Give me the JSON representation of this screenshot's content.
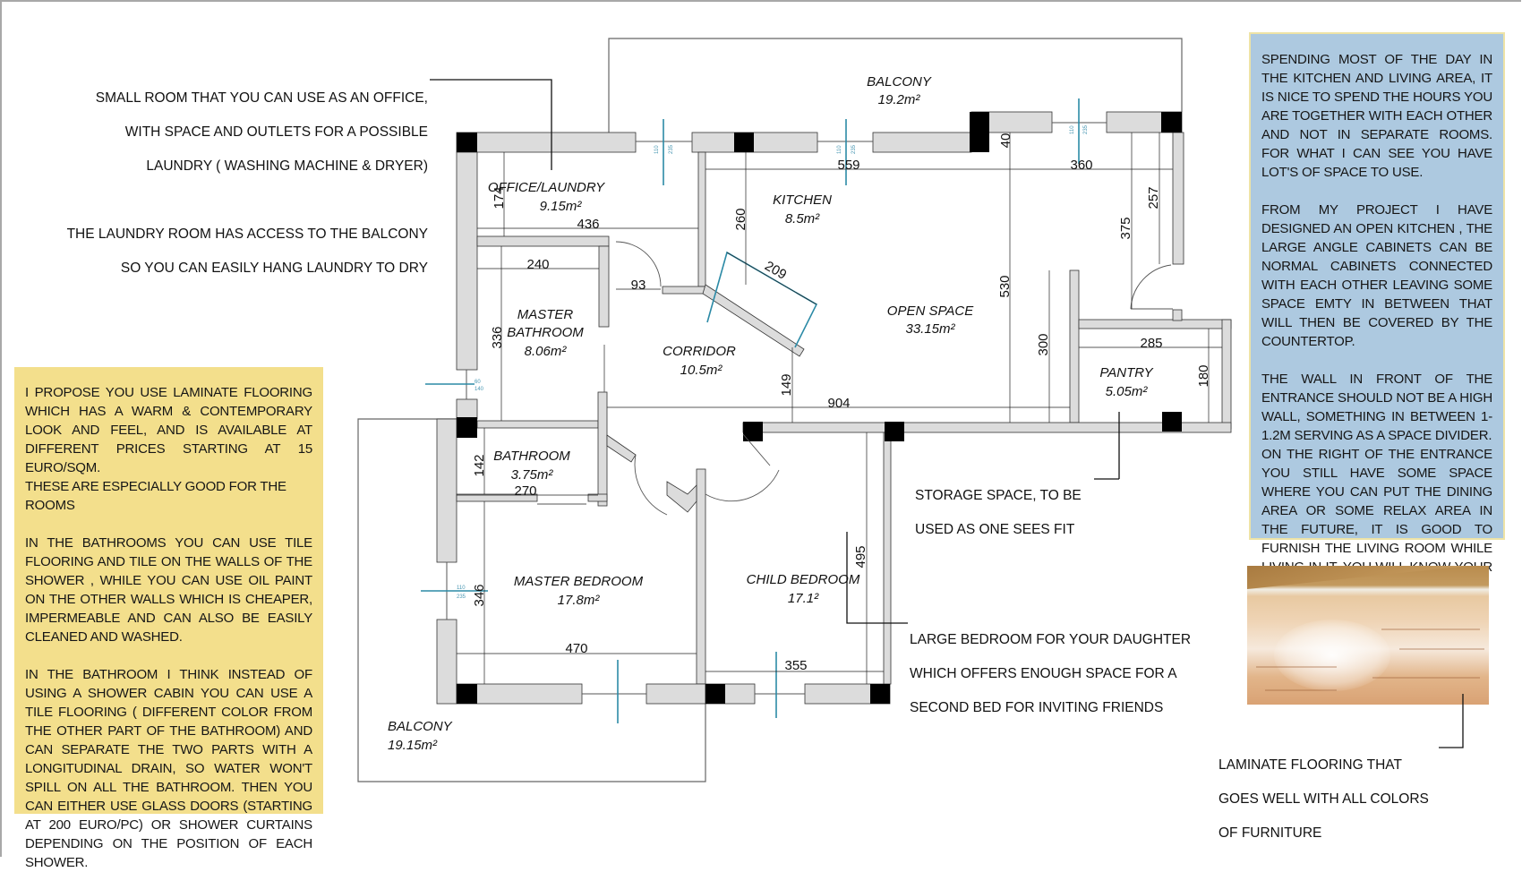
{
  "notes": {
    "office_callout": {
      "lines": [
        "SMALL ROOM THAT YOU CAN USE AS AN OFFICE,",
        "WITH SPACE AND OUTLETS FOR A POSSIBLE",
        "LAUNDRY ( WASHING MACHINE & DRYER)"
      ],
      "extra": [
        "THE LAUNDRY ROOM HAS ACCESS TO THE  BALCONY",
        "SO YOU CAN EASILY HANG LAUNDRY TO DRY"
      ]
    },
    "storage_callout": [
      "STORAGE SPACE,  TO BE",
      "USED AS ONE SEES FIT"
    ],
    "bedroom_callout": [
      "LARGE BEDROOM FOR YOUR DAUGHTER",
      "WHICH OFFERS ENOUGH SPACE FOR A",
      "SECOND BED FOR INVITING FRIENDS"
    ],
    "flooring_callout": [
      "LAMINATE FLOORING THAT",
      "GOES WELL WITH ALL COLORS",
      "OF FURNITURE"
    ]
  },
  "yellow_panel": {
    "color": "#f3df8c",
    "paragraphs": [
      "I PROPOSE YOU USE LAMINATE FLOORING WHICH HAS A WARM & CONTEMPORARY LOOK AND FEEL, AND IS AVAILABLE AT DIFFERENT PRICES STARTING AT 15 EURO/SQM.",
      "THESE ARE ESPECIALLY GOOD FOR THE ROOMS",
      "IN THE BATHROOMS YOU CAN USE TILE FLOORING AND TILE ON THE WALLS OF THE SHOWER , WHILE YOU CAN USE OIL PAINT ON THE OTHER WALLS WHICH IS CHEAPER, IMPERMEABLE  AND  CAN ALSO BE EASILY CLEANED AND WASHED.",
      "IN THE BATHROOM I THINK INSTEAD OF USING A SHOWER CABIN YOU CAN USE A TILE FLOORING ( DIFFERENT COLOR FROM THE OTHER PART OF THE BATHROOM) AND CAN SEPARATE THE TWO PARTS WITH A LONGITUDINAL DRAIN, SO WATER WON'T SPILL ON ALL THE BATHROOM. THEN YOU CAN EITHER USE GLASS DOORS (STARTING AT 200 EURO/PC) OR SHOWER CURTAINS DEPENDING ON THE POSITION OF EACH SHOWER."
    ]
  },
  "blue_panel": {
    "color": "#adc9e0",
    "paragraphs": [
      "SPENDING MOST OF THE DAY  IN THE KITCHEN AND LIVING AREA, IT IS NICE TO SPEND THE HOURS YOU ARE TOGETHER WITH EACH OTHER AND NOT IN SEPARATE ROOMS. FOR WHAT I CAN SEE YOU HAVE LOT'S OF SPACE TO USE.",
      "FROM MY PROJECT I HAVE DESIGNED AN OPEN KITCHEN , THE LARGE ANGLE CABINETS CAN BE NORMAL CABINETS CONNECTED WITH EACH OTHER LEAVING SOME SPACE EMTY  IN BETWEEN THAT WILL THEN BE COVERED BY THE COUNTERTOP.",
      "THE WALL IN FRONT OF THE ENTRANCE SHOULD NOT BE A HIGH WALL, SOMETHING IN BETWEEN 1-1.2M SERVING AS A SPACE DIVIDER.",
      "ON THE RIGHT OF THE ENTRANCE YOU STILL HAVE SOME SPACE  WHERE YOU CAN PUT THE DINING AREA OR SOME RELAX AREA IN THE FUTURE, IT IS GOOD TO FURNISH THE LIVING ROOM WHILE LIVING IN IT, YOU WILL KNOW YOUR NEEDS BETTER BY THEN."
    ]
  },
  "photo": {
    "subject": "laminate-floor-photo"
  },
  "rooms": {
    "balcony_top": {
      "name": "BALCONY",
      "area": "19.2m²"
    },
    "office": {
      "name": "OFFICE/LAUNDRY",
      "area": "9.15m²"
    },
    "kitchen": {
      "name": "KITCHEN",
      "area": "8.5m²"
    },
    "master_bathroom": {
      "name_line1": "MASTER",
      "name_line2": "BATHROOM",
      "area": "8.06m²"
    },
    "corridor": {
      "name": "CORRIDOR",
      "area": "10.5m²"
    },
    "open_space": {
      "name": "OPEN SPACE",
      "area": "33.15m²"
    },
    "pantry": {
      "name": "PANTRY",
      "area": "5.05m²"
    },
    "bathroom": {
      "name": "BATHROOM",
      "area": "3.75m²"
    },
    "master_bedroom": {
      "name": "MASTER BEDROOM",
      "area": "17.8m²"
    },
    "child_bedroom": {
      "name": "CHILD BEDROOM",
      "area": "17.1²"
    },
    "balcony_bottom": {
      "name": "BALCONY",
      "area": "19.15m²"
    }
  },
  "dimensions": {
    "office_height": "174",
    "office_width": "436",
    "master_bath_width": "240",
    "master_bath_height": "336",
    "door_width": "93",
    "kitchen_height": "260",
    "kitchen_diag": "209",
    "kitchen_width": "559",
    "wall_offset": "40",
    "right_width": "360",
    "right_height_a": "375",
    "right_height_b": "257",
    "open_height": "530",
    "divider_height": "300",
    "corridor_gap": "149",
    "corridor_width": "904",
    "pantry_width": "285",
    "pantry_height": "180",
    "bathroom_height": "142",
    "bathroom_width": "270",
    "master_bed_height": "346",
    "master_bed_width": "470",
    "child_bed_height": "495",
    "child_bed_width": "355"
  },
  "window_tags": {
    "a": "110",
    "b": "235",
    "c": "60",
    "d": "140"
  }
}
